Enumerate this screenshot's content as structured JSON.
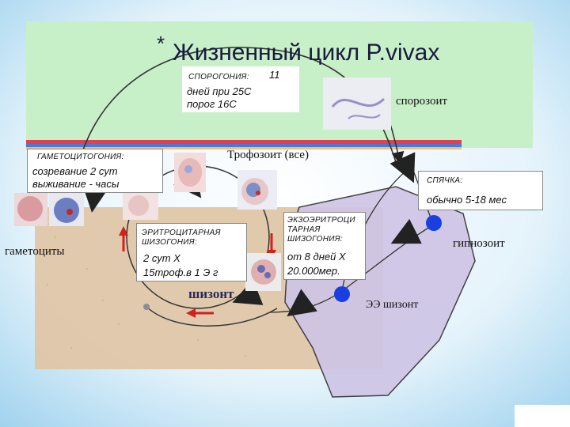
{
  "title_bullet": "*",
  "title": "Жизненный цикл P.vivax",
  "sporogony": {
    "heading": "СПОРОГОНИЯ:",
    "days": "11",
    "line2": "дней при 25С",
    "line3": "порог 16С"
  },
  "sporozoite_label": "спорозоит",
  "trophozoite_label": "Трофозоит (все)",
  "gametocytogony": {
    "heading": "ГАМЕТОЦИТОГОНИЯ:",
    "line1": "созревание 2 сут",
    "line2": "выживание - часы"
  },
  "dormancy": {
    "heading": "СПЯЧКА:",
    "line1": "обычно 5-18 мес"
  },
  "hypnozoite_label": "гипнозоит",
  "gametocytes_label": "гаметоциты",
  "erythrocytic": {
    "heading_line1": "ЭРИТРОЦИТАРНАЯ",
    "heading_line2": "ШИЗОГОНИЯ:",
    "line1": "2 сут Х",
    "line2": "15троф.в 1 Э г"
  },
  "exoerythrocytic": {
    "heading_line1": "ЭКЗОЭРИТРОЦИ",
    "heading_line2": "ТАРНАЯ",
    "heading_line3": "ШИЗОГОНИЯ:",
    "line1": "от 8 дней Х",
    "line2": "20.000мер."
  },
  "schizont_label": "шизонт",
  "ee_schizont_label": "ЭЭ шизонт",
  "colors": {
    "sky": "#bfe2f4",
    "green_panel": "#c8f0c8",
    "tissue": "#dfc6a8",
    "liver": "#cfc5e6",
    "arrow_red": "#d42020",
    "node_blue": "#1a3fe0"
  }
}
